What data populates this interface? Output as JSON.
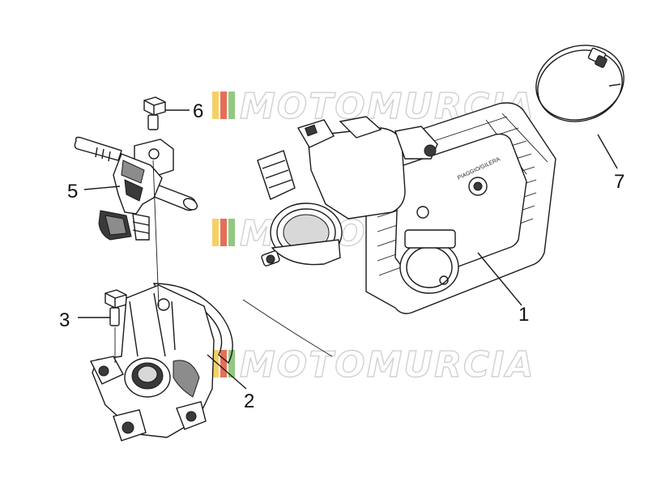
{
  "diagram": {
    "callouts": [
      {
        "id": "1",
        "label": "1"
      },
      {
        "id": "2",
        "label": "2"
      },
      {
        "id": "3",
        "label": "3"
      },
      {
        "id": "5",
        "label": "5"
      },
      {
        "id": "6",
        "label": "6"
      },
      {
        "id": "7",
        "label": "7"
      }
    ]
  },
  "watermark": {
    "text": "MOTOMURCIA",
    "stripe_colors": [
      "#f2c94c",
      "#e2553c",
      "#7fbf6a"
    ]
  },
  "product_stamp": "PIAGGIO/GILERA"
}
